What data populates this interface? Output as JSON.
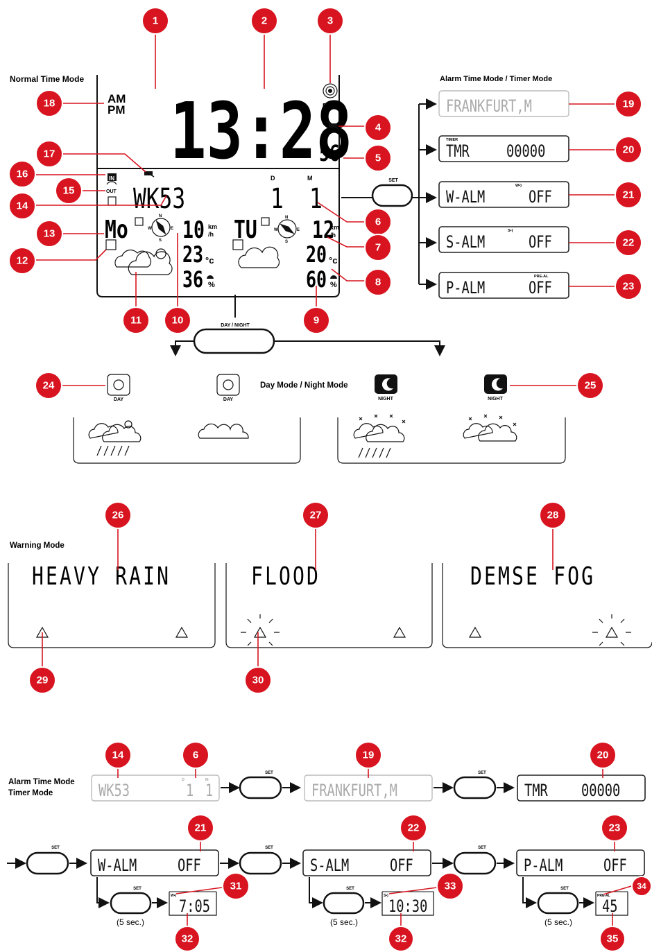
{
  "headings": {
    "normal_time_mode": "Normal Time Mode",
    "alarm_timer_mode": "Alarm Time Mode / Timer Mode",
    "day_night_mode": "Day Mode / Night Mode",
    "warning_mode": "Warning Mode",
    "alarm_time_mode": "Alarm Time Mode",
    "timer_mode": "Timer Mode"
  },
  "display": {
    "am": "AM",
    "pm": "PM",
    "time": "13:28",
    "seconds": "56",
    "dst": "DST",
    "week": "WK53",
    "day_value": "1",
    "month_value": "1",
    "d_label": "D",
    "m_label": "M",
    "day_left": "Mo",
    "day_right": "TU",
    "wind_left": "10",
    "wind_right": "12",
    "wind_unit_top": "km",
    "wind_unit_bottom": "/h",
    "temp_left": "23",
    "temp_right": "20",
    "temp_unit": "°c",
    "hum_left": "36",
    "hum_right": "60",
    "hum_unit": "%",
    "in_label": "IN",
    "out_label": "OUT",
    "compass_n": "N",
    "compass_e": "E",
    "compass_s": "S",
    "compass_w": "W"
  },
  "buttons": {
    "set": "SET",
    "day_night": "DAY / NIGHT",
    "five_sec": "(5 sec.)"
  },
  "panels": {
    "city": "FRANKFURT,M",
    "timer_small": "TIMER",
    "timer": "TMR",
    "timer_value": "00000",
    "w_alm": "W-ALM",
    "s_alm": "S-ALM",
    "p_alm": "P-ALM",
    "off": "OFF",
    "w_icon": "W•)",
    "s_icon": "S•)",
    "pre_al": "PRE-AL",
    "w_time": "7:05",
    "s_time": "10:30",
    "p_time": "45"
  },
  "day_night": {
    "day": "DAY",
    "night": "NIGHT"
  },
  "warnings": {
    "heavy_rain": "HEAVY RAIN",
    "flood": "FLOOD",
    "dense_fog": "DEMSE FOG"
  },
  "badges": [
    "1",
    "2",
    "3",
    "4",
    "5",
    "6",
    "7",
    "8",
    "9",
    "10",
    "11",
    "12",
    "13",
    "14",
    "15",
    "16",
    "17",
    "18",
    "19",
    "20",
    "21",
    "22",
    "23",
    "24",
    "25",
    "26",
    "27",
    "28",
    "29",
    "30",
    "31",
    "32",
    "33",
    "34",
    "35"
  ],
  "colors": {
    "badge": "#d7141f",
    "ink": "#111111"
  }
}
